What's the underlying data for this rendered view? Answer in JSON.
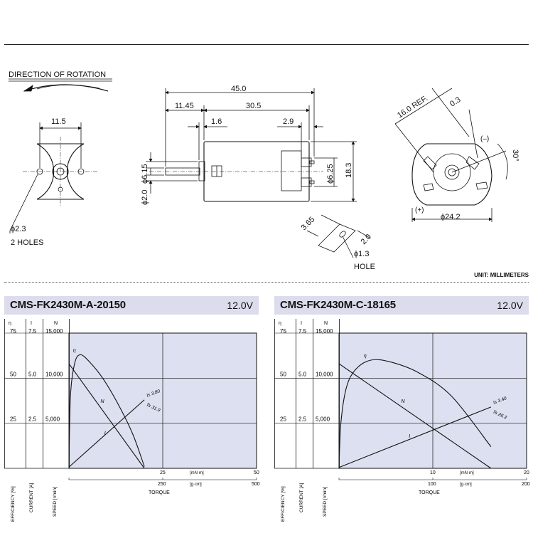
{
  "drawing": {
    "rotation_label": "DIRECTION OF ROTATION",
    "unit_note": "UNIT: MILLIMETERS",
    "front": {
      "dim_width": "11.5",
      "hole_dia": "ϕ2.3",
      "hole_count": "2 HOLES"
    },
    "side": {
      "overall": "45.0",
      "shaft_len": "11.45",
      "body_len": "30.5",
      "boss_len": "1.6",
      "terminal_len": "2.9",
      "boss_dia": "ϕ6.15",
      "shaft_dia": "ϕ2.0",
      "bushing_dia": "ϕ6.25",
      "height": "18.3"
    },
    "terminal": {
      "width": "3.65",
      "thickness": "2.0",
      "hole_dia": "ϕ1.3",
      "hole_label": "HOLE"
    },
    "rear": {
      "ref": "16.0 REF.",
      "gap": "0.3",
      "angle": "30°",
      "minus": "(–)",
      "plus": "(+)",
      "dia": "ϕ24.2"
    }
  },
  "charts": [
    {
      "model": "CMS-FK2430M-A-20150",
      "voltage": "12.0V",
      "eff_ticks": [
        "75",
        "50",
        "25"
      ],
      "cur_ticks": [
        "7.5",
        "5.0",
        "2.5"
      ],
      "speed_ticks": [
        "15,000",
        "10,000",
        "5,000"
      ],
      "sym_eff": "η",
      "sym_cur": "I",
      "sym_speed": "N",
      "torque_ticks_mn": [
        "25",
        "50"
      ],
      "torque_ticks_g": [
        "250",
        "500"
      ],
      "unit_mn": "[mN·m]",
      "unit_g": "[g·cm]",
      "xlabel": "TORQUE",
      "ylabel_eff": "EFFICIENCY [%]",
      "ylabel_cur": "CURRENT [A]",
      "ylabel_speed": "SPEED [r/min]",
      "label_eta": "η",
      "label_n": "N",
      "label_i": "I",
      "label_is": "Is 3.80",
      "label_ts": "Ts 31.9"
    },
    {
      "model": "CMS-FK2430M-C-18165",
      "voltage": "12.0V",
      "eff_ticks": [
        "75",
        "50",
        "25"
      ],
      "cur_ticks": [
        "7.5",
        "5.0",
        "2.5"
      ],
      "speed_ticks": [
        "15,000",
        "10,000",
        "5,000"
      ],
      "sym_eff": "η",
      "sym_cur": "I",
      "sym_speed": "N",
      "torque_ticks_mn": [
        "10",
        "20"
      ],
      "torque_ticks_g": [
        "100",
        "200"
      ],
      "unit_mn": "[mN·m]",
      "unit_g": "[g·cm]",
      "xlabel": "TORQUE",
      "ylabel_eff": "EFFICIENCY [%]",
      "ylabel_cur": "CURRENT [A]",
      "ylabel_speed": "SPEED [r/min]",
      "label_eta": "η",
      "label_n": "N",
      "label_i": "I",
      "label_is": "Is 3.40",
      "label_ts": "Ts 26.3"
    }
  ],
  "chart_data": [
    {
      "type": "line",
      "title": "CMS-FK2430M-A-20150",
      "xlabel": "TORQUE",
      "xlim": [
        0,
        50
      ],
      "x_unit": "mN·m",
      "series": [
        {
          "name": "N",
          "axis": "speed",
          "x": [
            0,
            20.1
          ],
          "y": [
            11600,
            0
          ]
        },
        {
          "name": "I",
          "axis": "current",
          "x": [
            0,
            20.1
          ],
          "y": [
            0.07,
            3.8
          ]
        },
        {
          "name": "η",
          "axis": "efficiency",
          "x": [
            0,
            0.4,
            1.5,
            3,
            5.5,
            9,
            13,
            17,
            20.1
          ],
          "y": [
            0,
            40,
            58,
            63,
            59,
            50,
            36,
            19,
            1
          ]
        }
      ],
      "ylim_efficiency": [
        0,
        75
      ],
      "ylim_current": [
        0,
        7.5
      ],
      "ylim_speed": [
        0,
        15000
      ],
      "stall_current": 3.8,
      "stall_torque_gcm": 31.9
    },
    {
      "type": "line",
      "title": "CMS-FK2430M-C-18165",
      "xlabel": "TORQUE",
      "xlim": [
        0,
        20
      ],
      "x_unit": "mN·m",
      "series": [
        {
          "name": "N",
          "axis": "speed",
          "x": [
            0,
            16.2
          ],
          "y": [
            11600,
            0
          ]
        },
        {
          "name": "I",
          "axis": "current",
          "x": [
            0,
            16.2
          ],
          "y": [
            0.05,
            3.4
          ]
        },
        {
          "name": "η",
          "axis": "efficiency",
          "x": [
            0,
            0.2,
            0.8,
            1.8,
            3.4,
            5.5,
            8.5,
            12,
            16.2
          ],
          "y": [
            0,
            25,
            45,
            55,
            60,
            59,
            53,
            40,
            12
          ]
        }
      ],
      "ylim_efficiency": [
        0,
        75
      ],
      "ylim_current": [
        0,
        7.5
      ],
      "ylim_speed": [
        0,
        15000
      ],
      "stall_current": 3.4,
      "stall_torque_gcm": 26.3
    }
  ]
}
